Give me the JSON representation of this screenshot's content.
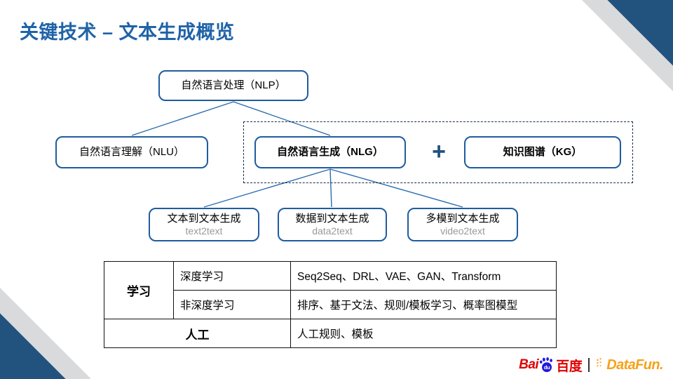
{
  "slide": {
    "title": "关键技术 – 文本生成概览",
    "accent_color": "#1f63a8",
    "corner_blue": "#21537e",
    "corner_gray": "#d9dadb"
  },
  "diagram": {
    "nodes": {
      "nlp": {
        "cn": "自然语言处理（NLP）"
      },
      "nlu": {
        "cn": "自然语言理解（NLU）"
      },
      "nlg": {
        "cn": "自然语言生成（NLG）"
      },
      "kg": {
        "cn": "知识图谱（KG）"
      },
      "t2t": {
        "cn": "文本到文本生成",
        "en": "text2text"
      },
      "d2t": {
        "cn": "数据到文本生成",
        "en": "data2text"
      },
      "v2t": {
        "cn": "多模到文本生成",
        "en": "video2text"
      }
    },
    "plus": "+",
    "node_border_color": "#1f5c9e",
    "dashed_border_color": "#1b2b4b",
    "en_label_color": "#9a9a9a"
  },
  "table": {
    "rows": [
      {
        "category": "学习",
        "sub": "深度学习",
        "value": "Seq2Seq、DRL、VAE、GAN、Transform"
      },
      {
        "category": "学习",
        "sub": "非深度学习",
        "value": "排序、基于文法、规则/模板学习、概率图模型"
      },
      {
        "category": "人工",
        "sub": "",
        "value": "人工规则、模板"
      }
    ]
  },
  "logos": {
    "baidu": {
      "latin": "Bai",
      "paw_text": "du",
      "cn": "百度",
      "color": "#e00000",
      "paw_color": "#2319dc"
    },
    "divider": "|",
    "datafun": {
      "text": "DataFun.",
      "color": "#f5a21c"
    }
  }
}
